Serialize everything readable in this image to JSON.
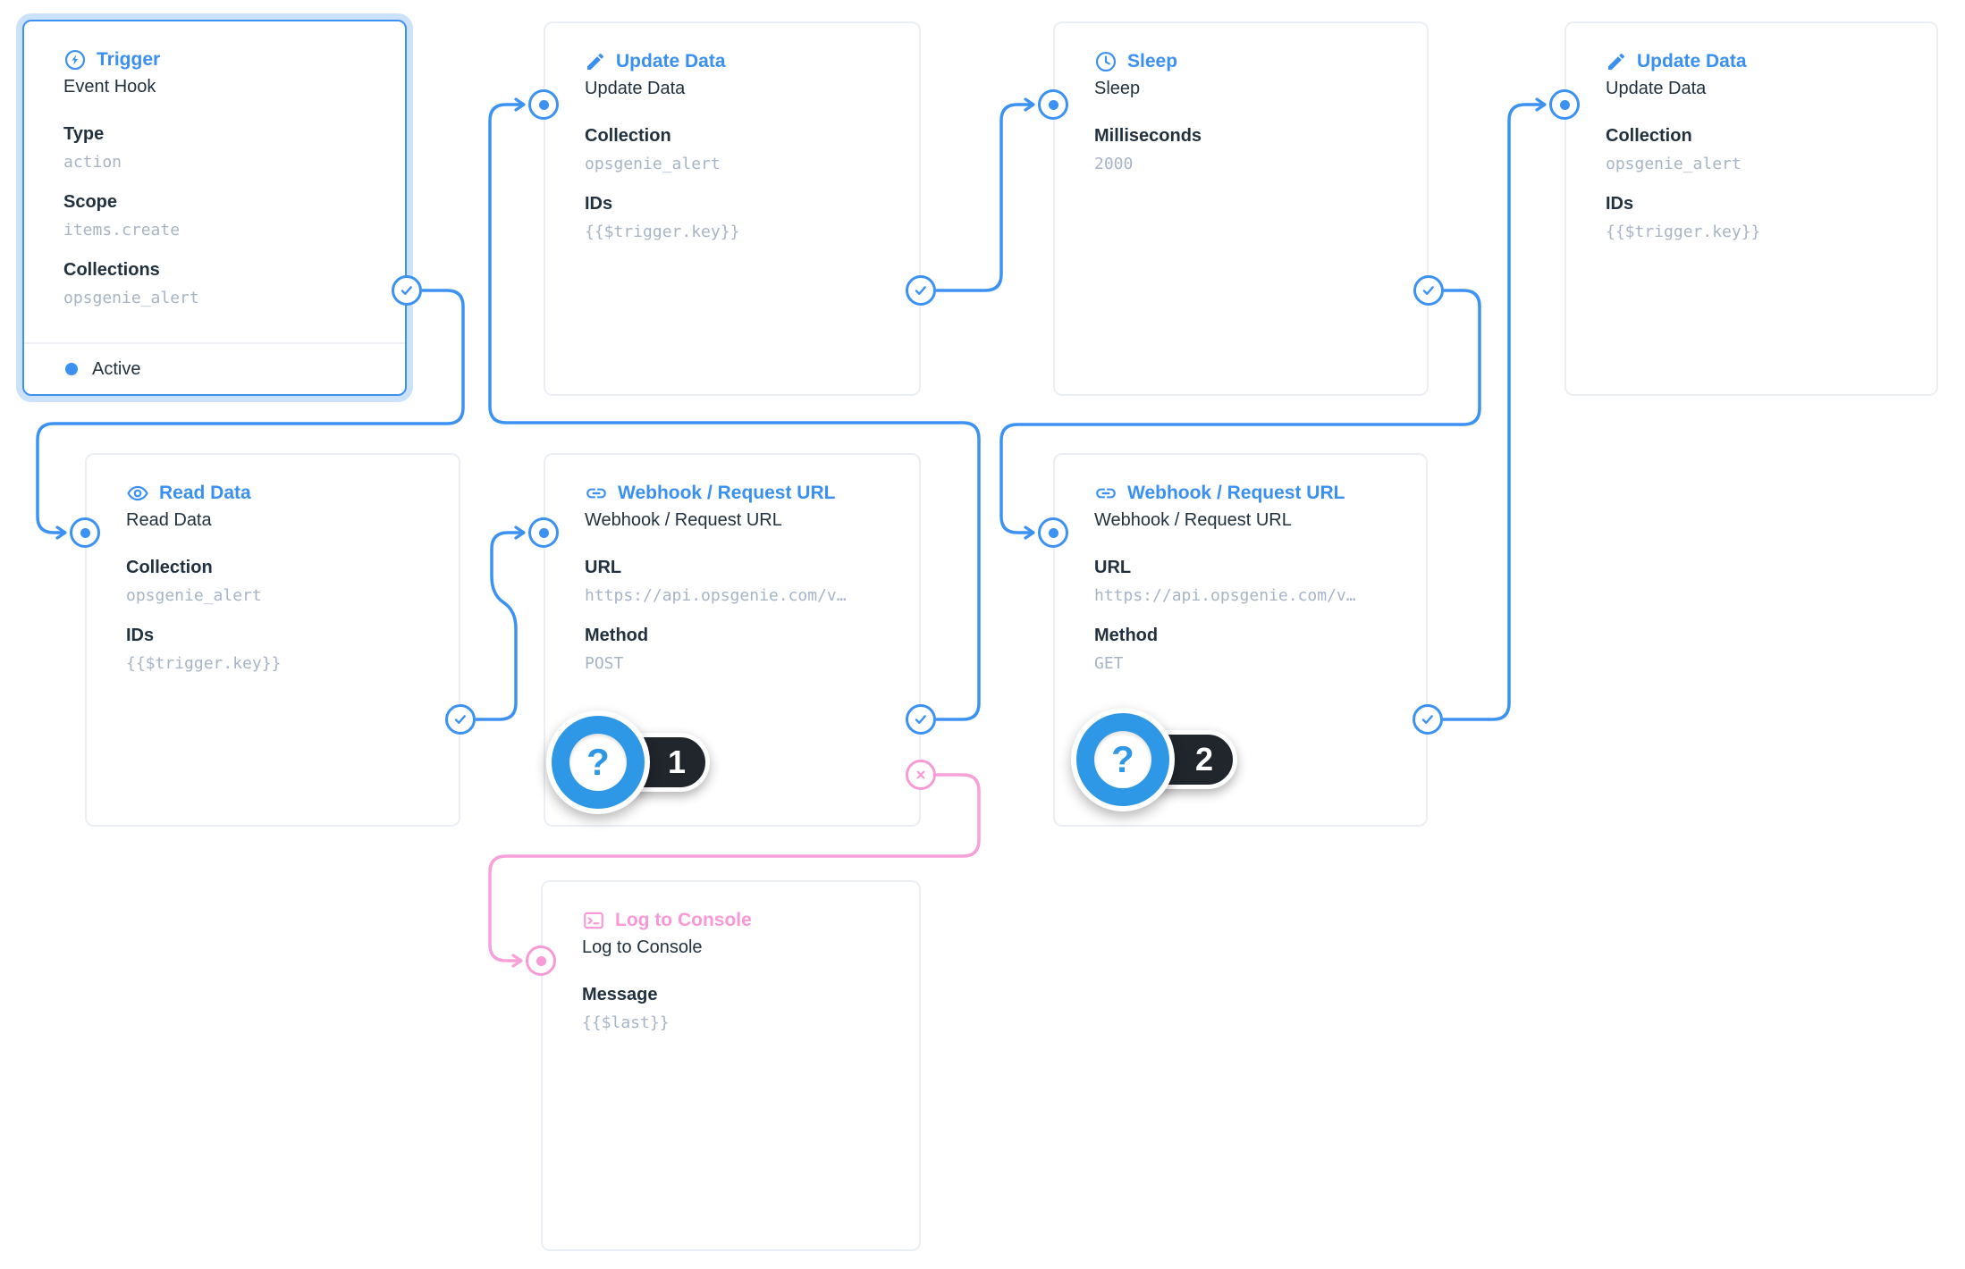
{
  "flow": {
    "colors": {
      "accent_blue": "#3b92f2",
      "accent_pink": "#f79ad6",
      "badge_blue": "#2e98e6",
      "badge_dark": "#21262d",
      "value_gray": "#a7b4c6",
      "card_border": "#ebeff4"
    },
    "nodes": [
      {
        "id": "trigger",
        "title": "Trigger",
        "icon": "bolt-circle-icon",
        "subtitle": "Event Hook",
        "fields": [
          {
            "label": "Type",
            "value": "action"
          },
          {
            "label": "Scope",
            "value": "items.create"
          },
          {
            "label": "Collections",
            "value": "opsgenie_alert"
          }
        ],
        "status": "Active"
      },
      {
        "id": "update-data-1",
        "title": "Update Data",
        "icon": "pencil-icon",
        "subtitle": "Update Data",
        "fields": [
          {
            "label": "Collection",
            "value": "opsgenie_alert"
          },
          {
            "label": "IDs",
            "value": "{{$trigger.key}}"
          }
        ]
      },
      {
        "id": "sleep",
        "title": "Sleep",
        "icon": "clock-icon",
        "subtitle": "Sleep",
        "fields": [
          {
            "label": "Milliseconds",
            "value": "2000"
          }
        ]
      },
      {
        "id": "update-data-2",
        "title": "Update Data",
        "icon": "pencil-icon",
        "subtitle": "Update Data",
        "fields": [
          {
            "label": "Collection",
            "value": "opsgenie_alert"
          },
          {
            "label": "IDs",
            "value": "{{$trigger.key}}"
          }
        ]
      },
      {
        "id": "read-data",
        "title": "Read Data",
        "icon": "eye-icon",
        "subtitle": "Read Data",
        "fields": [
          {
            "label": "Collection",
            "value": "opsgenie_alert"
          },
          {
            "label": "IDs",
            "value": "{{$trigger.key}}"
          }
        ]
      },
      {
        "id": "webhook-post",
        "title": "Webhook / Request URL",
        "icon": "link-icon",
        "subtitle": "Webhook / Request URL",
        "fields": [
          {
            "label": "URL",
            "value": "https://api.opsgenie.com/v…"
          },
          {
            "label": "Method",
            "value": "POST"
          }
        ]
      },
      {
        "id": "webhook-get",
        "title": "Webhook / Request URL",
        "icon": "link-icon",
        "subtitle": "Webhook / Request URL",
        "fields": [
          {
            "label": "URL",
            "value": "https://api.opsgenie.com/v…"
          },
          {
            "label": "Method",
            "value": "GET"
          }
        ]
      },
      {
        "id": "log-to-console",
        "title": "Log to Console",
        "icon": "terminal-icon",
        "subtitle": "Log to Console",
        "fields": [
          {
            "label": "Message",
            "value": "{{$last}}"
          }
        ]
      }
    ],
    "badges": [
      {
        "glyph": "?",
        "count": "1"
      },
      {
        "glyph": "?",
        "count": "2"
      }
    ]
  }
}
